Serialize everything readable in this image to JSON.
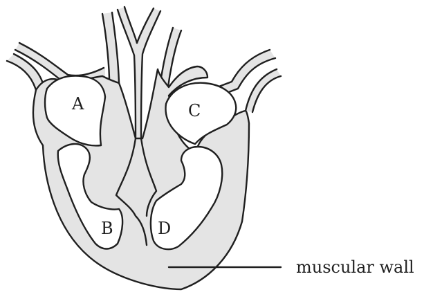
{
  "diagram": {
    "labels": {
      "chamber_a": "A",
      "chamber_b": "B",
      "chamber_c": "C",
      "chamber_d": "D"
    },
    "callout": {
      "text": "muscular wall"
    },
    "colors": {
      "wall_fill": "#e4e4e4",
      "outline": "#1f1f1f",
      "background": "#ffffff"
    }
  }
}
